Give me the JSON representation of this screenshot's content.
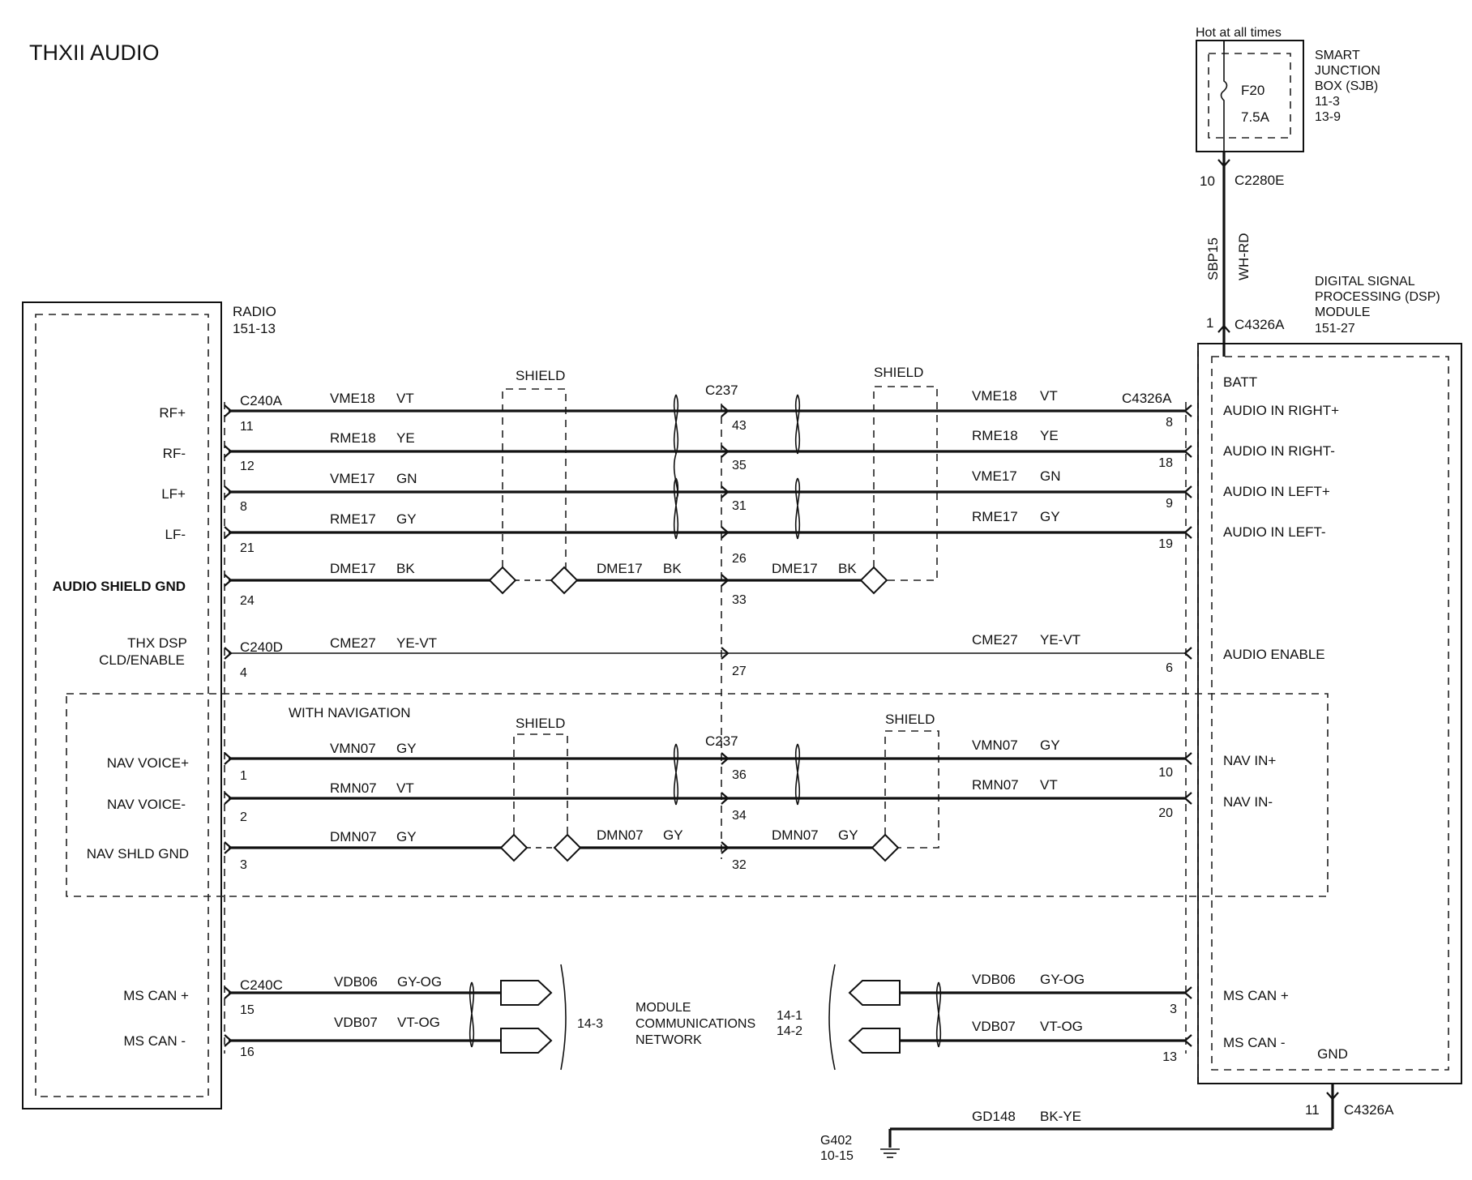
{
  "title": "THXII AUDIO",
  "radio": {
    "name": "RADIO",
    "ref": "151-13",
    "pins": {
      "rf_pos": "RF+",
      "rf_neg": "RF-",
      "lf_pos": "LF+",
      "lf_neg": "LF-",
      "audio_shield_gnd": "AUDIO SHIELD GND",
      "thx_dsp_1": "THX DSP",
      "thx_dsp_2": "CLD/ENABLE",
      "nav_voice_pos": "NAV VOICE+",
      "nav_voice_neg": "NAV VOICE-",
      "nav_shld_gnd": "NAV SHLD GND",
      "ms_can_pos": "MS CAN +",
      "ms_can_neg": "MS CAN -"
    }
  },
  "sjb": {
    "hot_label": "Hot at all times",
    "line1": "SMART",
    "line2": "JUNCTION",
    "line3": "BOX (SJB)",
    "ref1": "11-3",
    "ref2": "13-9",
    "fuse": "F20",
    "fuse_rating": "7.5A",
    "pin": "10",
    "connector": "C2280E"
  },
  "batt_wire": {
    "circuit": "SBP15",
    "color": "WH-RD",
    "pin": "1",
    "connector": "C4326A"
  },
  "dsp": {
    "line1": "DIGITAL SIGNAL",
    "line2": "PROCESSING (DSP)",
    "line3": "MODULE",
    "ref": "151-27",
    "pins": {
      "batt": "BATT",
      "audio_in_right_pos": "AUDIO IN RIGHT+",
      "audio_in_right_neg": "AUDIO IN RIGHT-",
      "audio_in_left_pos": "AUDIO IN LEFT+",
      "audio_in_left_neg": "AUDIO IN LEFT-",
      "audio_enable": "AUDIO ENABLE",
      "nav_in_pos": "NAV IN+",
      "nav_in_neg": "NAV IN-",
      "ms_can_pos": "MS CAN +",
      "ms_can_neg": "MS CAN -",
      "gnd": "GND"
    }
  },
  "connectors": {
    "c240a": "C240A",
    "c237_top": "C237",
    "c4326a_top": "C4326A",
    "c240d": "C240D",
    "c237_nav": "C237",
    "c240c": "C240C"
  },
  "shield_labels": {
    "s1": "SHIELD",
    "s2": "SHIELD",
    "s3": "SHIELD",
    "s4": "SHIELD"
  },
  "with_navigation": "WITH NAVIGATION",
  "wires": {
    "w1": {
      "left_circuit": "VME18",
      "left_color": "VT",
      "right_circuit": "VME18",
      "right_color": "VT",
      "radio_pin": "11",
      "c237_pin": "43",
      "dsp_pin": "8"
    },
    "w2": {
      "left_circuit": "RME18",
      "left_color": "YE",
      "right_circuit": "RME18",
      "right_color": "YE",
      "radio_pin": "12",
      "c237_pin": "35",
      "dsp_pin": "18"
    },
    "w3": {
      "left_circuit": "VME17",
      "left_color": "GN",
      "right_circuit": "VME17",
      "right_color": "GN",
      "radio_pin": "8",
      "c237_pin": "31",
      "dsp_pin": "9"
    },
    "w4": {
      "left_circuit": "RME17",
      "left_color": "GY",
      "right_circuit": "RME17",
      "right_color": "GY",
      "radio_pin": "21",
      "c237_pin": "26",
      "dsp_pin": "19"
    },
    "w5": {
      "seg1_circuit": "DME17",
      "seg1_color": "BK",
      "seg2_circuit": "DME17",
      "seg2_color": "BK",
      "seg3_circuit": "DME17",
      "seg3_color": "BK",
      "radio_pin": "24",
      "c237_pin": "33"
    },
    "w6": {
      "left_circuit": "CME27",
      "left_color": "YE-VT",
      "right_circuit": "CME27",
      "right_color": "YE-VT",
      "radio_pin": "4",
      "c237_pin": "27",
      "dsp_pin": "6"
    },
    "w7": {
      "left_circuit": "VMN07",
      "left_color": "GY",
      "right_circuit": "VMN07",
      "right_color": "GY",
      "radio_pin": "1",
      "c237_pin": "36",
      "dsp_pin": "10"
    },
    "w8": {
      "left_circuit": "RMN07",
      "left_color": "VT",
      "right_circuit": "RMN07",
      "right_color": "VT",
      "radio_pin": "2",
      "c237_pin": "34",
      "dsp_pin": "20"
    },
    "w9": {
      "seg1_circuit": "DMN07",
      "seg1_color": "GY",
      "seg2_circuit": "DMN07",
      "seg2_color": "GY",
      "seg3_circuit": "DMN07",
      "seg3_color": "GY",
      "radio_pin": "3",
      "c237_pin": "32"
    },
    "w10": {
      "left_circuit": "VDB06",
      "left_color": "GY-OG",
      "right_circuit": "VDB06",
      "right_color": "GY-OG",
      "radio_pin": "15",
      "dsp_pin": "3"
    },
    "w11": {
      "left_circuit": "VDB07",
      "left_color": "VT-OG",
      "right_circuit": "VDB07",
      "right_color": "VT-OG",
      "radio_pin": "16",
      "dsp_pin": "13"
    }
  },
  "network": {
    "line1": "MODULE",
    "line2": "COMMUNICATIONS",
    "line3": "NETWORK",
    "left_ref": "14-3",
    "right_ref1": "14-1",
    "right_ref2": "14-2"
  },
  "ground": {
    "circuit": "GD148",
    "color": "BK-YE",
    "pin": "11",
    "connector": "C4326A",
    "g_name": "G402",
    "g_ref": "10-15"
  }
}
